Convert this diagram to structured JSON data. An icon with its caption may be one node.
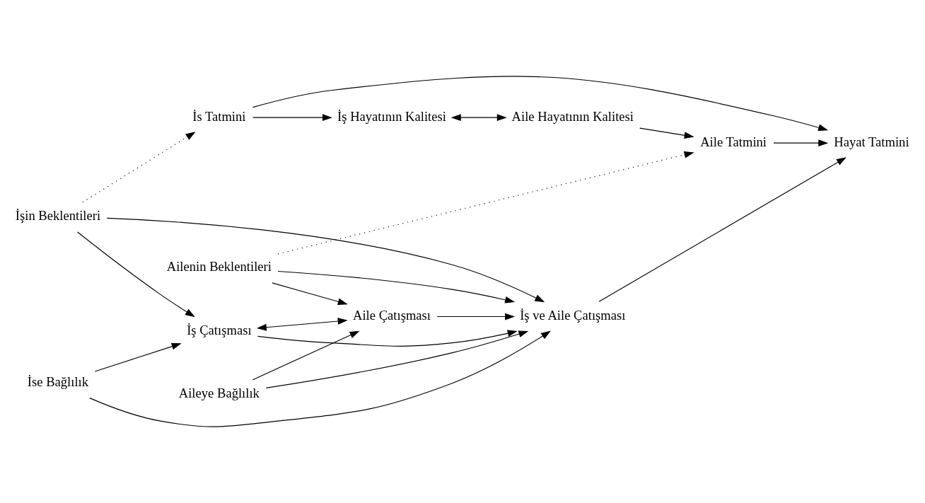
{
  "diagram": {
    "nodes": [
      {
        "text": [
          "İşin Beklentileri"
        ]
      },
      {
        "text": [
          "İş Çatışması"
        ]
      },
      {
        "text": [
          "İse Bağlılık"
        ]
      },
      {
        "text": [
          "Aileye Bağlılık"
        ]
      },
      {
        "text": [
          "İş ve Aile Çatışması"
        ]
      },
      {
        "text": [
          "Aile Çatışması"
        ]
      },
      {
        "text": [
          "Ailenin Beklentileri"
        ]
      },
      {
        "text": [
          "İş Hayatının Kalitesi"
        ]
      },
      {
        "text": [
          "İs Tatmini"
        ]
      },
      {
        "text": [
          "Hayat Tatmini"
        ]
      },
      {
        "text": [
          "Aile Tatmini"
        ]
      },
      {
        "text": [
          "Aile Hayatının Kalitesi"
        ]
      }
    ],
    "edges": [
      {
        "from": 0,
        "to": 1,
        "arrow": "to"
      },
      {
        "from": 0,
        "to": 4,
        "arrow": "to"
      },
      {
        "from": 0,
        "to": 8,
        "arrow": "to",
        "style": "dashed"
      },
      {
        "from": 2,
        "to": 1,
        "arrow": "to"
      },
      {
        "from": 2,
        "to": 4,
        "arrow": "to"
      },
      {
        "from": 1,
        "to": 4,
        "arrow": "to"
      },
      {
        "from": 1,
        "to": 5,
        "arrow": "both"
      },
      {
        "from": 3,
        "to": 4,
        "arrow": "to"
      },
      {
        "from": 3,
        "to": 5,
        "arrow": "to"
      },
      {
        "from": 5,
        "to": 4,
        "arrow": "to"
      },
      {
        "from": 6,
        "to": 5,
        "arrow": "to"
      },
      {
        "from": 6,
        "to": 4,
        "arrow": "to"
      },
      {
        "from": 6,
        "to": 10,
        "arrow": "to",
        "style": "dashed"
      },
      {
        "from": 4,
        "to": 9,
        "arrow": "to"
      },
      {
        "from": 7,
        "to": 11,
        "arrow": "both"
      },
      {
        "from": 8,
        "to": 7,
        "arrow": "to"
      },
      {
        "from": 8,
        "to": 9,
        "arrow": "to"
      },
      {
        "from": 10,
        "to": 9,
        "arrow": "to"
      },
      {
        "from": 11,
        "to": 10,
        "arrow": "to"
      }
    ]
  }
}
